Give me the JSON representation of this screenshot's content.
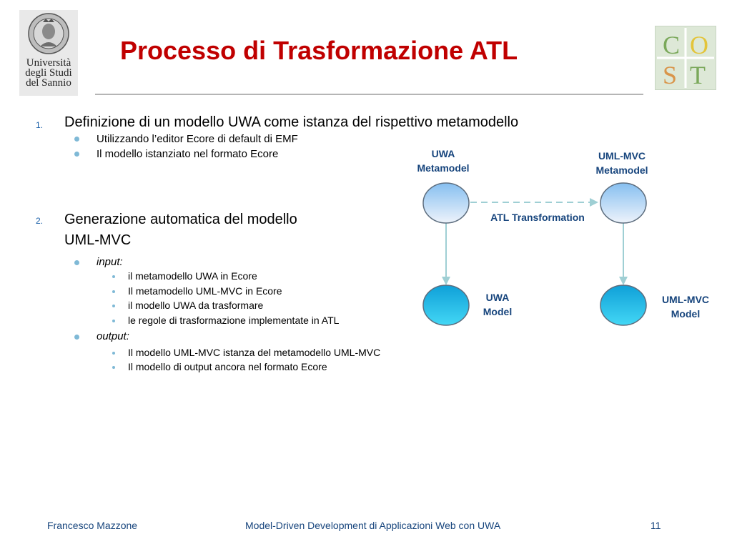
{
  "header": {
    "title": "Processo di Trasformazione ATL",
    "left_logo": {
      "icon": "university-seal-icon",
      "lines": [
        "Università",
        "degli Studi",
        "del Sannio"
      ]
    },
    "right_logo": {
      "icon": "cost-logo-icon",
      "letters": [
        "C",
        "O",
        "S",
        "T"
      ]
    }
  },
  "content": {
    "item1": {
      "number": "1.",
      "text": "Definizione di un modello UWA come istanza del rispettivo metamodello",
      "bullets": [
        "Utilizzando l’editor Ecore di default di EMF",
        "Il modello istanziato nel formato Ecore"
      ]
    },
    "item2": {
      "number": "2.",
      "lines": [
        "Generazione automatica del modello",
        "UML-MVC"
      ],
      "input_label": "input:",
      "inputs": [
        "il metamodello UWA in Ecore",
        "Il metamodello UML-MVC in Ecore",
        "il modello UWA da trasformare",
        "le regole di trasformazione implementate in ATL"
      ],
      "output_label": "output:",
      "outputs": [
        "Il modello UML-MVC istanza del metamodello UML-MVC",
        "Il modello di output ancora nel formato Ecore"
      ]
    }
  },
  "diagram": {
    "uwa_metamodel": [
      "UWA",
      "Metamodel"
    ],
    "umlmvc_metamodel": [
      "UML-MVC",
      "Metamodel"
    ],
    "transformation": "ATL Transformation",
    "uwa_model": [
      "UWA",
      "Model"
    ],
    "umlmvc_model": [
      "UML-MVC",
      "Model"
    ],
    "colors": {
      "metamodel_top": "#86bff0",
      "metamodel_bottom": "#eef3fb",
      "model_top": "#0fa0d8",
      "model_bottom": "#43d7f5",
      "stroke": "#5d6d7e",
      "arrow": "#9fcfd4"
    }
  },
  "footer": {
    "author": "Francesco Mazzone",
    "course": "Model-Driven Development di Applicazioni Web con UWA",
    "page": "11"
  }
}
